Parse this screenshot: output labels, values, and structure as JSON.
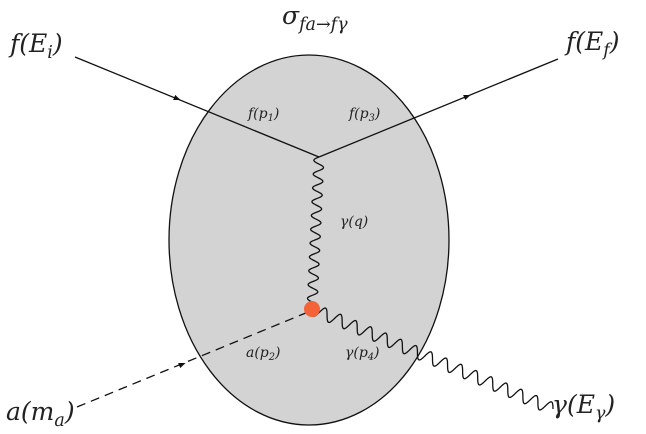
{
  "diagram": {
    "title": {
      "base": "σ",
      "sub": "fa→fγ"
    },
    "external": {
      "incoming_fermion": {
        "base": "f(E",
        "sub": "i",
        "close": ")"
      },
      "outgoing_fermion": {
        "base": "f(E",
        "sub": "f",
        "close": ")"
      },
      "incoming_axion": {
        "base": "a(m",
        "sub": "a",
        "close": ")"
      },
      "outgoing_photon": {
        "base": "γ(E",
        "sub": "γ",
        "close": ")"
      }
    },
    "internal": {
      "p1": {
        "base": "f(p",
        "sub": "1",
        "close": ")"
      },
      "p3": {
        "base": "f(p",
        "sub": "3",
        "close": ")"
      },
      "q": {
        "text": "γ(q)"
      },
      "p2": {
        "base": "a(p",
        "sub": "2",
        "close": ")"
      },
      "p4": {
        "base": "γ(p",
        "sub": "4",
        "close": ")"
      }
    },
    "colors": {
      "blob_fill": "#d3d3d3",
      "blob_stroke": "#111111",
      "line": "#111111",
      "vertex": "#f4623a"
    }
  }
}
